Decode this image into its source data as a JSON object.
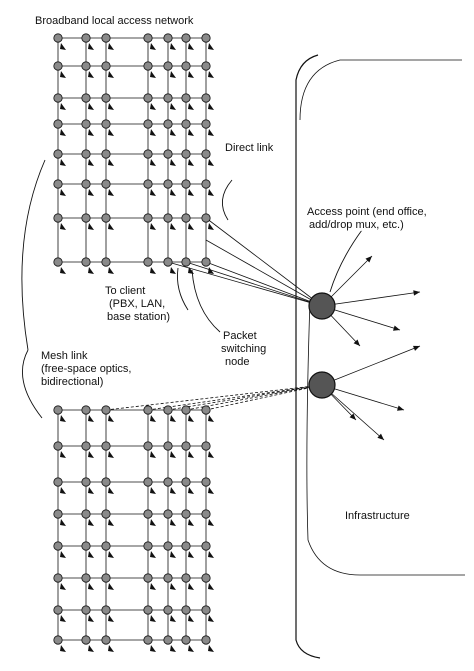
{
  "diagram": {
    "labels": {
      "title": "Broadband local access network",
      "direct_link": "Direct link",
      "access_point_line1": "Access point (end office,",
      "access_point_line2": "add/drop mux, etc.)",
      "to_client_line1": "To client",
      "to_client_line2": "(PBX, LAN,",
      "to_client_line3": "base station)",
      "packet_line1": "Packet",
      "packet_line2": "switching",
      "packet_line3": "node",
      "mesh_line1": "Mesh link",
      "mesh_line2": "(free-space optics,",
      "mesh_line3": "bidirectional)",
      "infrastructure": "Infrastructure"
    },
    "colors": {
      "ink": "#111111",
      "node_fill": "#8a8a8a",
      "hub_fill": "#555555",
      "background": "#ffffff"
    }
  }
}
